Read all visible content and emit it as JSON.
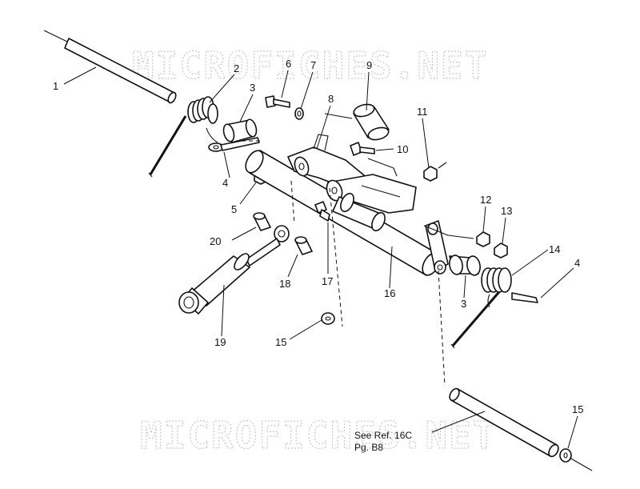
{
  "watermark": "MICROFICHES.NET",
  "note": {
    "line1": "See Ref. 16C",
    "line2": "Pg. B8"
  },
  "callouts": [
    "1",
    "2",
    "3",
    "4",
    "5",
    "6",
    "7",
    "8",
    "9",
    "10",
    "11",
    "12",
    "13",
    "14",
    "4",
    "16",
    "3",
    "17",
    "18",
    "19",
    "20",
    "15",
    "15"
  ]
}
